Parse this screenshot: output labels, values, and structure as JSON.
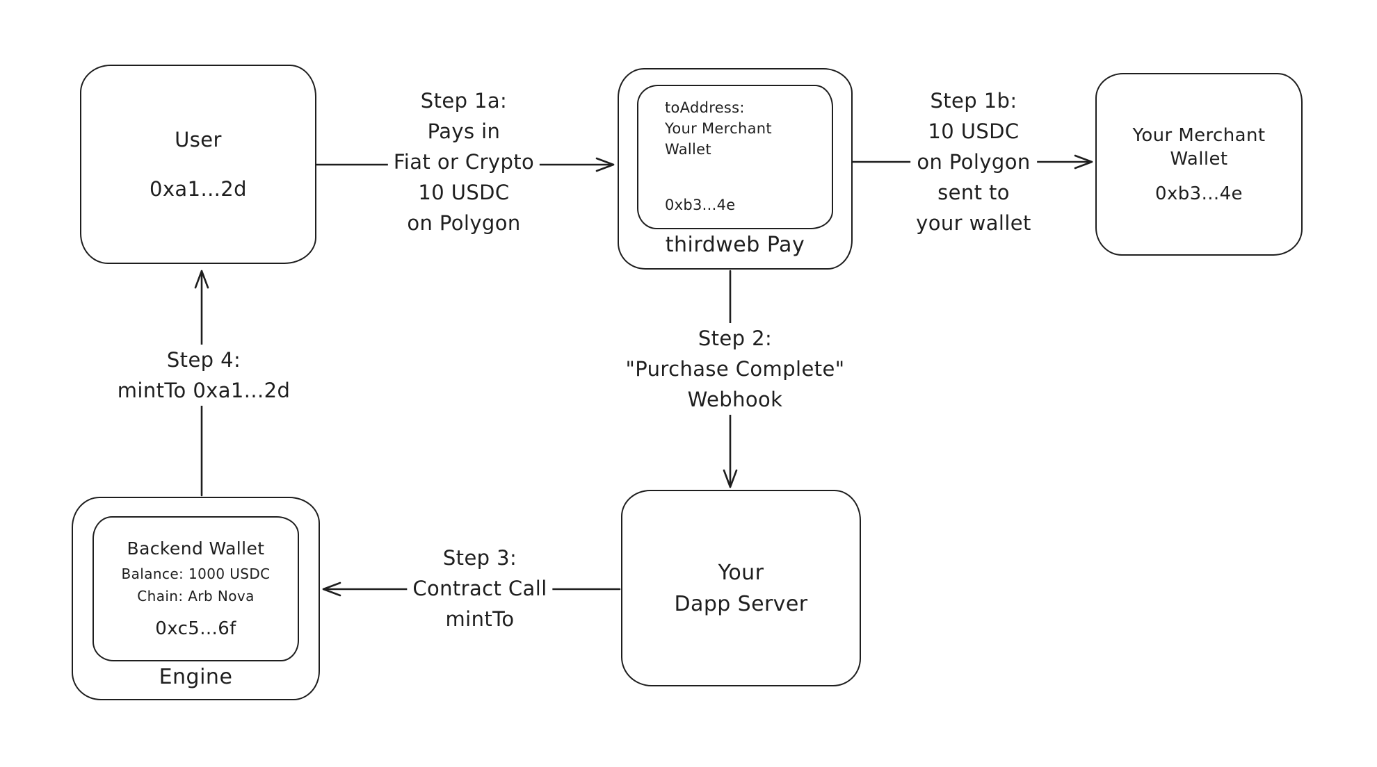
{
  "colors": {
    "stroke": "#1e1e1e",
    "background": "#ffffff"
  },
  "nodes": {
    "user": {
      "title": "User",
      "address": "0xa1...2d"
    },
    "thirdweb_pay": {
      "label": "thirdweb Pay",
      "card": {
        "to_address_line1": "toAddress:",
        "to_address_line2": "Your Merchant",
        "to_address_line3": "Wallet",
        "address": "0xb3...4e"
      }
    },
    "merchant_wallet": {
      "title_line1": "Your Merchant",
      "title_line2": "Wallet",
      "address": "0xb3...4e"
    },
    "dapp_server": {
      "title_line1": "Your",
      "title_line2": "Dapp Server"
    },
    "engine": {
      "label": "Engine",
      "card": {
        "title": "Backend Wallet",
        "balance": "Balance: 1000 USDC",
        "chain": "Chain: Arb Nova",
        "address": "0xc5...6f"
      }
    }
  },
  "edges": {
    "step1a": {
      "lines": [
        "Step 1a:",
        "Pays in",
        "Fiat or Crypto",
        "10 USDC",
        "on Polygon"
      ]
    },
    "step1b": {
      "lines": [
        "Step 1b:",
        "10 USDC",
        "on Polygon",
        "sent to",
        "your wallet"
      ]
    },
    "step2": {
      "lines": [
        "Step 2:",
        "\"Purchase Complete\"",
        "Webhook"
      ]
    },
    "step3": {
      "lines": [
        "Step 3:",
        "Contract Call",
        "mintTo"
      ]
    },
    "step4": {
      "lines": [
        "Step 4:",
        "mintTo 0xa1...2d"
      ]
    }
  }
}
